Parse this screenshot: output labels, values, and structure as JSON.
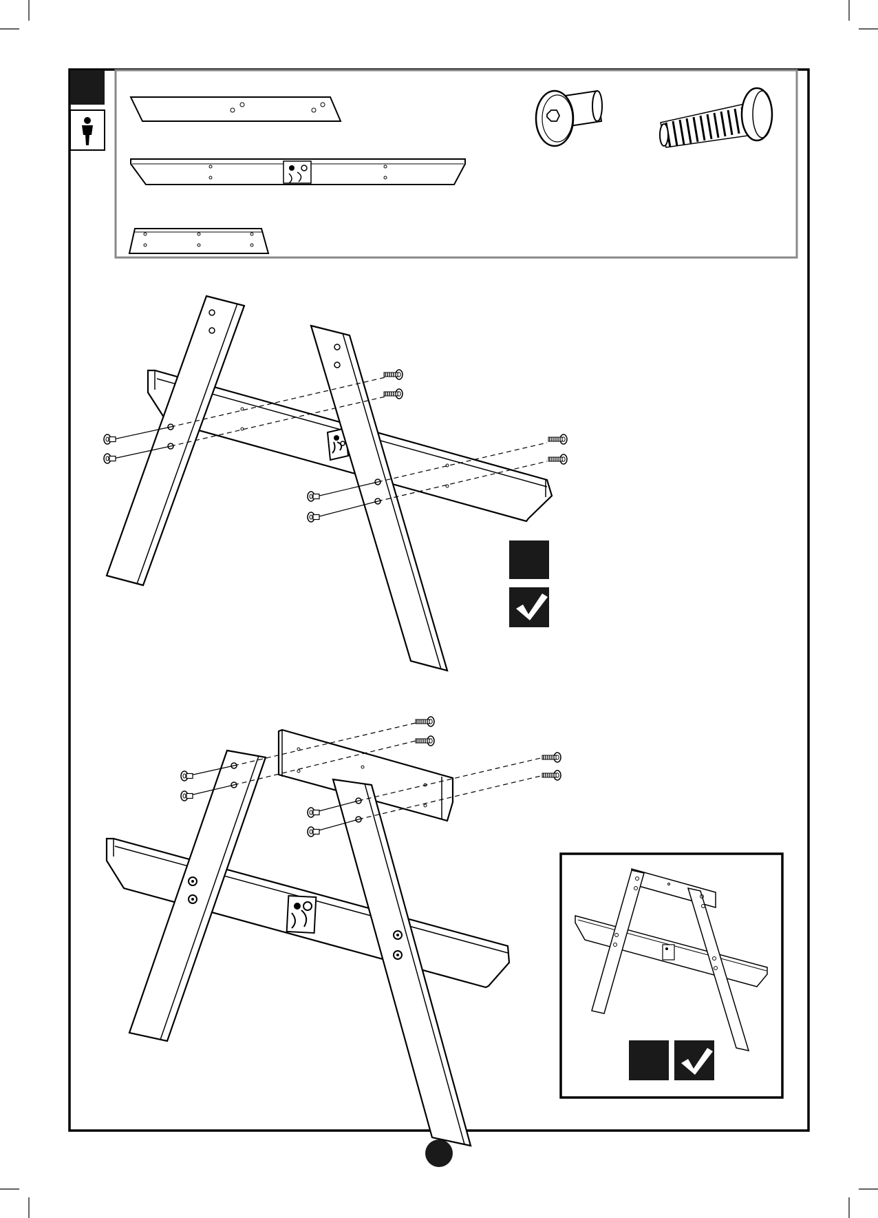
{
  "document": {
    "type": "assembly-instruction-page",
    "step_number": "",
    "page_number": "",
    "people_required": 1
  },
  "parts_panel": {
    "items": [
      {
        "name": "long-leg-plank",
        "quantity": ""
      },
      {
        "name": "crossbar-with-bracket",
        "quantity": ""
      },
      {
        "name": "short-brace-board",
        "quantity": ""
      },
      {
        "name": "barrel-nut",
        "quantity": ""
      },
      {
        "name": "hex-bolt",
        "quantity": ""
      }
    ]
  },
  "stages": [
    {
      "name": "attach-legs-to-crossbar",
      "check": true
    },
    {
      "name": "attach-brace-board",
      "check": true
    }
  ],
  "icons": {
    "person": "person-icon",
    "check": "check-icon"
  },
  "colors": {
    "line": "#000000",
    "panel_border": "#888888",
    "badge": "#1a1a1a"
  }
}
